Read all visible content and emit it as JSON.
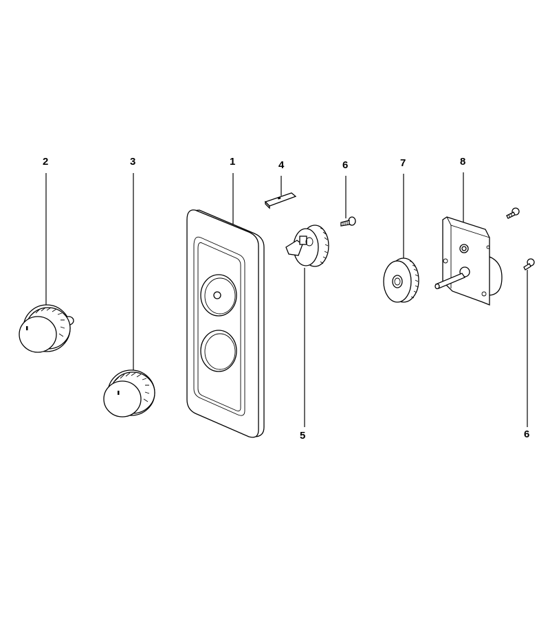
{
  "callouts": [
    {
      "id": "1",
      "label": "1"
    },
    {
      "id": "2",
      "label": "2"
    },
    {
      "id": "3",
      "label": "3"
    },
    {
      "id": "4",
      "label": "4"
    },
    {
      "id": "5",
      "label": "5"
    },
    {
      "id": "6a",
      "label": "6"
    },
    {
      "id": "6b",
      "label": "6"
    },
    {
      "id": "7",
      "label": "7"
    },
    {
      "id": "8",
      "label": "8"
    }
  ]
}
